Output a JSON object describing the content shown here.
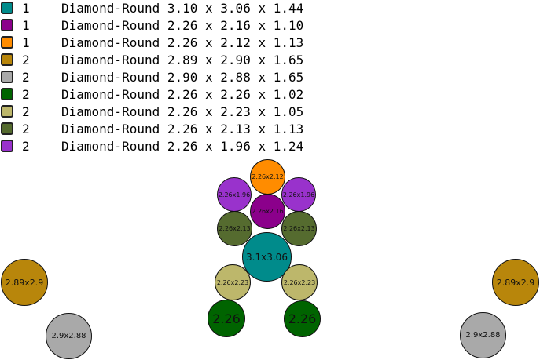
{
  "legend": [
    {
      "color": "#008B8B",
      "qty": "1",
      "desc": "Diamond-Round 3.10 x 3.06 x 1.44"
    },
    {
      "color": "#8B008B",
      "qty": "1",
      "desc": "Diamond-Round 2.26 x 2.16 x 1.10"
    },
    {
      "color": "#FF8C00",
      "qty": "1",
      "desc": "Diamond-Round 2.26 x 2.12 x 1.13"
    },
    {
      "color": "#B8860B",
      "qty": "2",
      "desc": "Diamond-Round 2.89 x 2.90 x 1.65"
    },
    {
      "color": "#A9A9A9",
      "qty": "2",
      "desc": "Diamond-Round 2.90 x 2.88 x 1.65"
    },
    {
      "color": "#006400",
      "qty": "2",
      "desc": "Diamond-Round 2.26 x 2.26 x 1.02"
    },
    {
      "color": "#BDB76B",
      "qty": "2",
      "desc": "Diamond-Round 2.26 x 2.23 x 1.05"
    },
    {
      "color": "#556B2F",
      "qty": "2",
      "desc": "Diamond-Round 2.26 x 2.13 x 1.13"
    },
    {
      "color": "#9932CC",
      "qty": "2",
      "desc": "Diamond-Round 2.26 x 1.96 x 1.24"
    }
  ],
  "stones": [
    {
      "label": "2.26x2.12",
      "color": "#FF8C00"
    },
    {
      "label": "2.26x1.96",
      "color": "#9932CC"
    },
    {
      "label": "2.26x1.96",
      "color": "#9932CC"
    },
    {
      "label": "2.26x2.16",
      "color": "#8B008B"
    },
    {
      "label": "2.26x2.13",
      "color": "#556B2F"
    },
    {
      "label": "2.26x2.13",
      "color": "#556B2F"
    },
    {
      "label": "3.1x3.06",
      "color": "#008B8B"
    },
    {
      "label": "2.26x2.23",
      "color": "#BDB76B"
    },
    {
      "label": "2.26x2.23",
      "color": "#BDB76B"
    },
    {
      "label": "2.26",
      "color": "#006400"
    },
    {
      "label": "2.26",
      "color": "#006400"
    },
    {
      "label": "2.89x2.9",
      "color": "#B8860B"
    },
    {
      "label": "2.9x2.88",
      "color": "#A9A9A9"
    },
    {
      "label": "2.89x2.9",
      "color": "#B8860B"
    },
    {
      "label": "2.9x2.88",
      "color": "#A9A9A9"
    }
  ]
}
